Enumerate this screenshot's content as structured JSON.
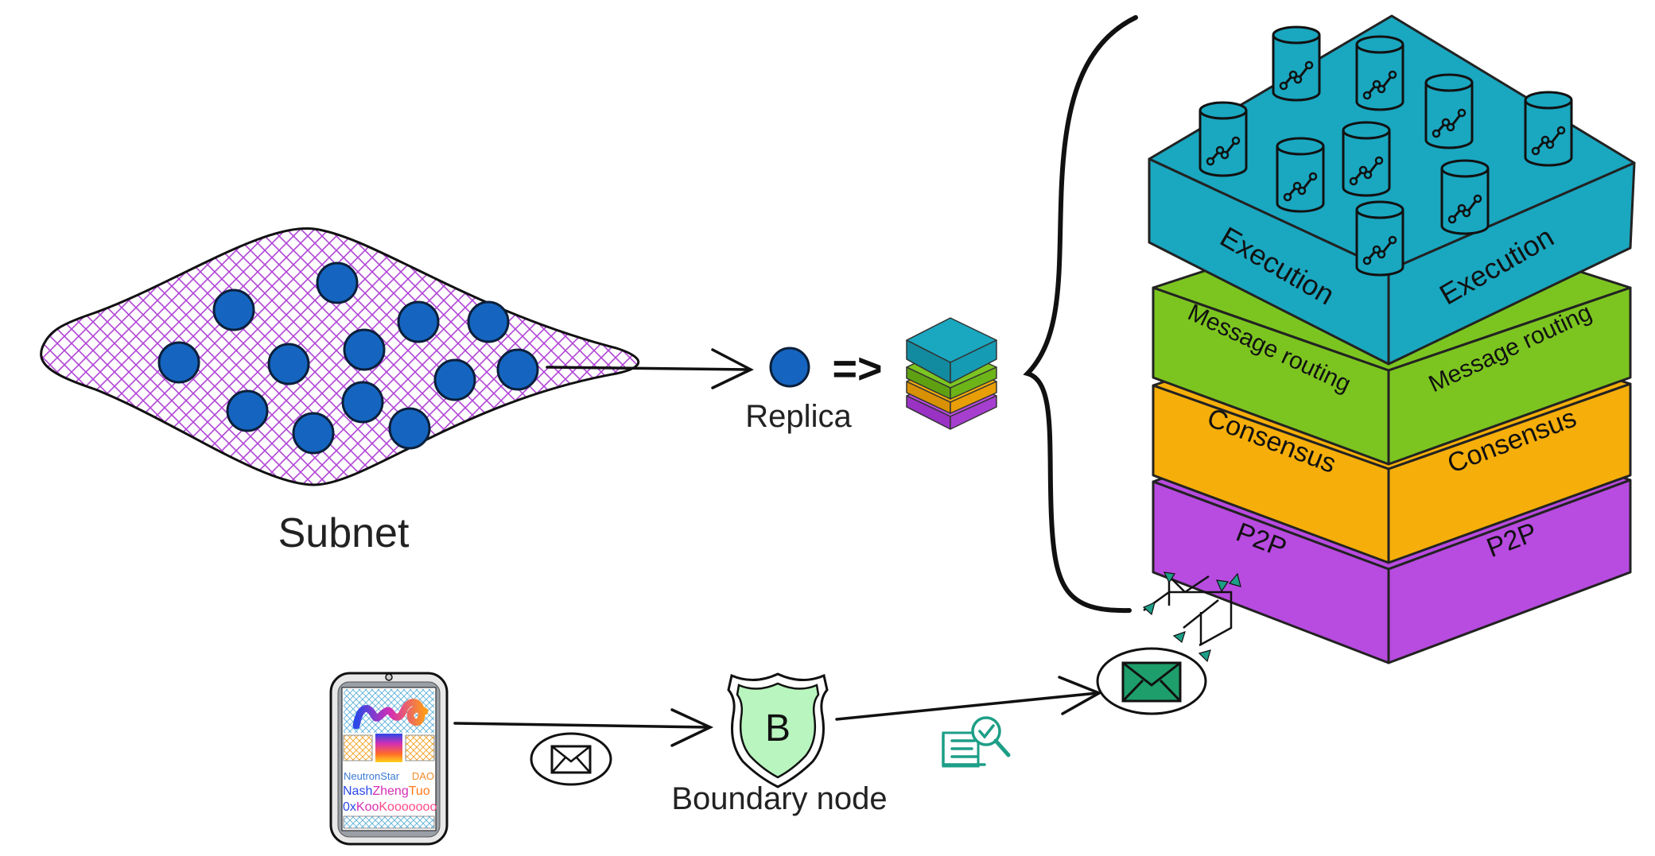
{
  "labels": {
    "subnet": "Subnet",
    "replica": "Replica",
    "arrow_symbol": "=>",
    "boundary_node": "Boundary node",
    "boundary_badge": "B"
  },
  "layers": [
    {
      "key": "execution",
      "name": "Execution",
      "color": "#1aa7c0",
      "dark": "#128a9f"
    },
    {
      "key": "message_routing",
      "name": "Message routing",
      "color": "#7cc520",
      "dark": "#5fa012"
    },
    {
      "key": "consensus",
      "name": "Consensus",
      "color": "#f6ae0a",
      "dark": "#d89104"
    },
    {
      "key": "p2p",
      "name": "P2P",
      "color": "#b84be0",
      "dark": "#9a32c4"
    }
  ],
  "phone": {
    "line1_left": "NeutronStar",
    "line1_right": "DAO",
    "line2_a": "Nash",
    "line2_b": "Zheng",
    "line2_c": "Tuo",
    "line3_a": "0x",
    "line3_b": "Koo",
    "line3_c": "Kooooooo"
  },
  "colors": {
    "node": "#1565c0",
    "subnet_hatch": "#b145d6",
    "shield": "#b9f5bf",
    "envelope": "#1e9e6a",
    "accent": "#1d9e87"
  }
}
